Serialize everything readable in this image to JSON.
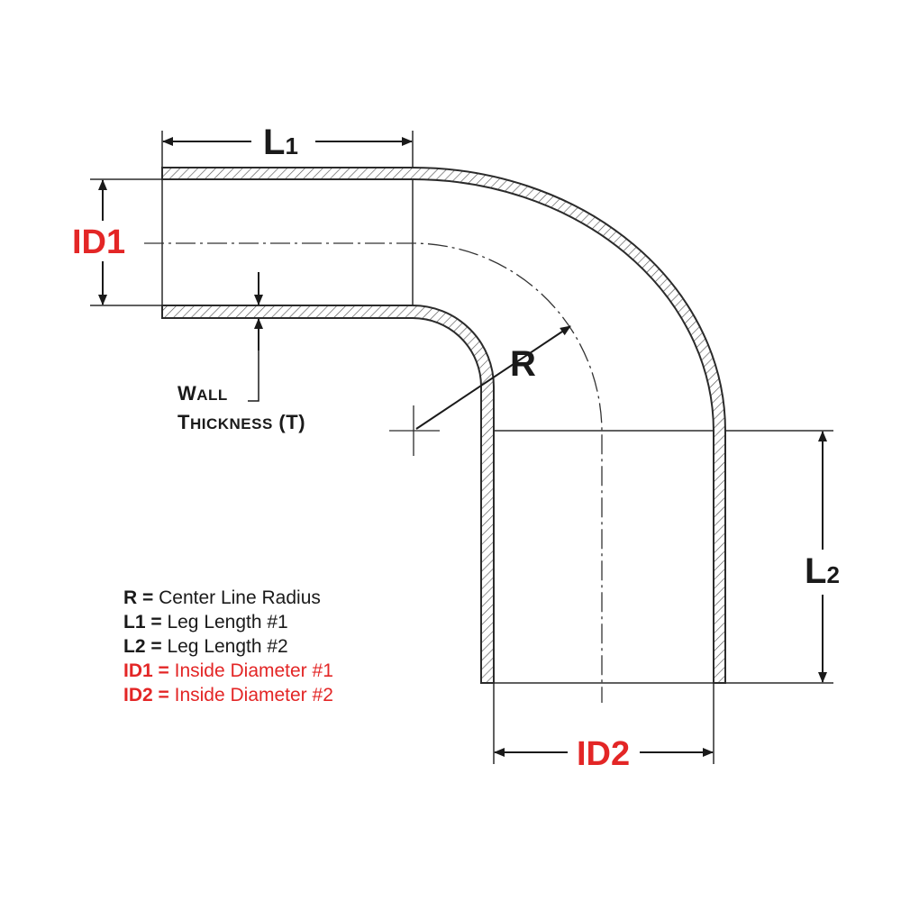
{
  "labels": {
    "l1_main": "L",
    "l1_sub": "1",
    "l2_main": "L",
    "l2_sub": "2",
    "id1": "ID1",
    "id2": "ID2",
    "r": "R",
    "wall_line1_cap": "W",
    "wall_line1_rest": "ALL",
    "wall_line2_cap": "T",
    "wall_line2_rest": "HICKNESS",
    "wall_line2_suffix": " (T)"
  },
  "legend": [
    {
      "key": "R =",
      "text": " Center Line Radius",
      "color": "black"
    },
    {
      "key": "L1 =",
      "text": " Leg Length #1",
      "color": "black"
    },
    {
      "key": "L2 =",
      "text": " Leg Length #2",
      "color": "black"
    },
    {
      "key": "ID1 =",
      "text": " Inside Diameter #1",
      "color": "red"
    },
    {
      "key": "ID2 =",
      "text": " Inside Diameter #2",
      "color": "red"
    }
  ],
  "colors": {
    "line": "#2b2b2b",
    "hatch": "#555555",
    "accent_red": "#e32626",
    "text": "#1a1a1a"
  }
}
